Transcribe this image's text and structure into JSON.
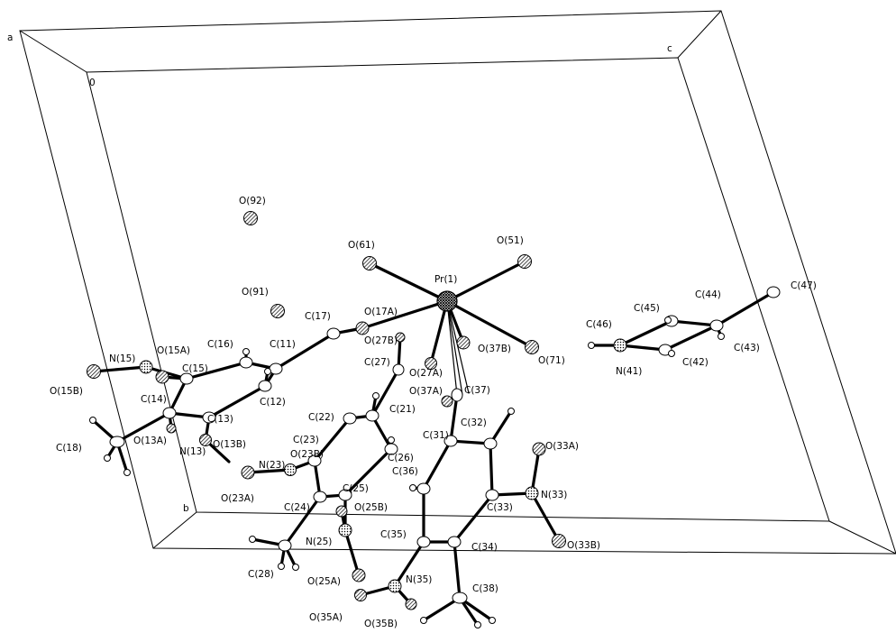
{
  "axis_labels": {
    "a": "a",
    "c": "c",
    "b": "b",
    "origin": "0"
  },
  "labels": {
    "O92": "O(92)",
    "O91": "O(91)",
    "O61": "O(61)",
    "O51": "O(51)",
    "Pr1": "Pr(1)",
    "O17A": "O(17A)",
    "C17": "C(17)",
    "O27B": "O(27B)",
    "O37B": "O(37B)",
    "O71": "O(71)",
    "C27": "C(27)",
    "O27A": "O(27A)",
    "O37A": "O(37A)",
    "C37": "C(37)",
    "C47": "C(47)",
    "C44": "C(44)",
    "C45": "C(45)",
    "C46": "C(46)",
    "C43": "C(43)",
    "C42": "C(42)",
    "N41": "N(41)",
    "N15": "N(15)",
    "O15A": "O(15A)",
    "C16": "C(16)",
    "C11": "C(11)",
    "C15": "C(15)",
    "O15B": "O(15B)",
    "C14": "C(14)",
    "C12": "C(12)",
    "C13": "C(13)",
    "C18": "C(18)",
    "O13A": "O(13A)",
    "N13": "N(13)",
    "O13B": "O(13B)",
    "C22": "C(22)",
    "C21": "C(21)",
    "C31": "C(31)",
    "C32": "C(32)",
    "C23": "C(23)",
    "O23B": "O(23B)",
    "N23": "N(23)",
    "C26": "C(26)",
    "C36": "C(36)",
    "O33A": "O(33A)",
    "O23A": "O(23A)",
    "C24": "C(24)",
    "C25": "C(25)",
    "O25B": "O(25B)",
    "N33": "N(33)",
    "C33": "C(33)",
    "C35": "C(35)",
    "C34": "C(34)",
    "O33B": "O(33B)",
    "C28": "C(28)",
    "N25": "N(25)",
    "O25A": "O(25A)",
    "N35": "N(35)",
    "C38": "C(38)",
    "O35A": "O(35A)",
    "O35B": "O(35B)"
  }
}
